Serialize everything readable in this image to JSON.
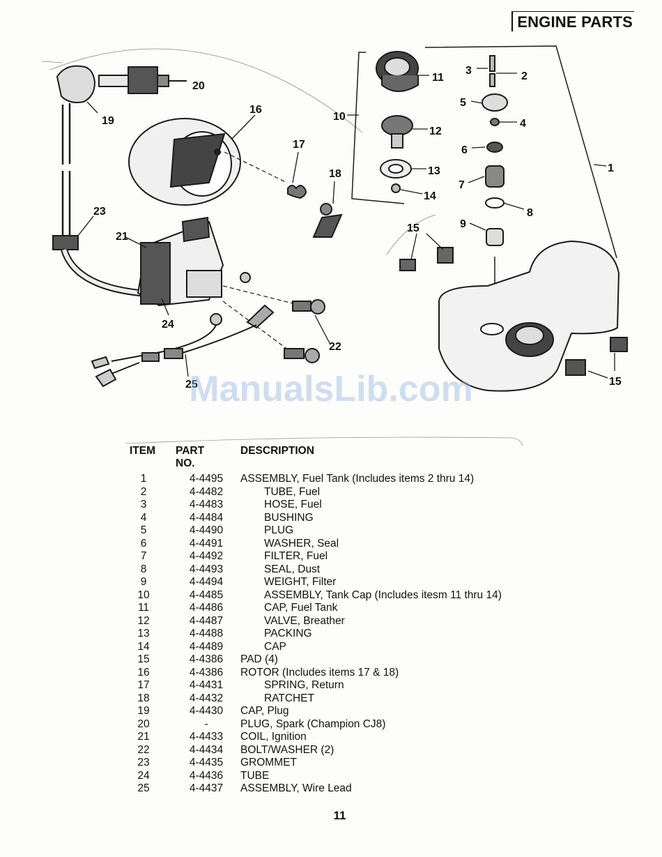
{
  "header": {
    "title": "ENGINE PARTS"
  },
  "watermark": "ManualsLib.com",
  "diagram": {
    "callouts": [
      {
        "n": "1"
      },
      {
        "n": "2"
      },
      {
        "n": "3"
      },
      {
        "n": "4"
      },
      {
        "n": "5"
      },
      {
        "n": "6"
      },
      {
        "n": "7"
      },
      {
        "n": "8"
      },
      {
        "n": "9"
      },
      {
        "n": "10"
      },
      {
        "n": "11"
      },
      {
        "n": "12"
      },
      {
        "n": "13"
      },
      {
        "n": "14"
      },
      {
        "n": "15"
      },
      {
        "n": "15"
      },
      {
        "n": "16"
      },
      {
        "n": "17"
      },
      {
        "n": "18"
      },
      {
        "n": "19"
      },
      {
        "n": "20"
      },
      {
        "n": "21"
      },
      {
        "n": "22"
      },
      {
        "n": "23"
      },
      {
        "n": "24"
      },
      {
        "n": "25"
      }
    ]
  },
  "table": {
    "headers": {
      "item": "ITEM",
      "part": "PART NO.",
      "desc": "DESCRIPTION"
    },
    "rows": [
      {
        "item": "1",
        "part": "4-4495",
        "desc": "ASSEMBLY, Fuel Tank (Includes items 2 thru 14)",
        "indent": false
      },
      {
        "item": "2",
        "part": "4-4482",
        "desc": "TUBE, Fuel",
        "indent": true
      },
      {
        "item": "3",
        "part": "4-4483",
        "desc": "HOSE, Fuel",
        "indent": true
      },
      {
        "item": "4",
        "part": "4-4484",
        "desc": "BUSHING",
        "indent": true
      },
      {
        "item": "5",
        "part": "4-4490",
        "desc": "PLUG",
        "indent": true
      },
      {
        "item": "6",
        "part": "4-4491",
        "desc": "WASHER, Seal",
        "indent": true
      },
      {
        "item": "7",
        "part": "4-4492",
        "desc": "FILTER, Fuel",
        "indent": true
      },
      {
        "item": "8",
        "part": "4-4493",
        "desc": "SEAL, Dust",
        "indent": true
      },
      {
        "item": "9",
        "part": "4-4494",
        "desc": "WEIGHT, Filter",
        "indent": true
      },
      {
        "item": "10",
        "part": "4-4485",
        "desc": "ASSEMBLY, Tank Cap (Includes itesm 11 thru 14)",
        "indent": true
      },
      {
        "item": "11",
        "part": "4-4486",
        "desc": "CAP, Fuel Tank",
        "indent": true
      },
      {
        "item": "12",
        "part": "4-4487",
        "desc": "VALVE, Breather",
        "indent": true
      },
      {
        "item": "13",
        "part": "4-4488",
        "desc": "PACKING",
        "indent": true
      },
      {
        "item": "14",
        "part": "4-4489",
        "desc": "CAP",
        "indent": true
      },
      {
        "item": "15",
        "part": "4-4386",
        "desc": "PAD (4)",
        "indent": false
      },
      {
        "item": "16",
        "part": "4-4386",
        "desc": "ROTOR (Includes items 17 & 18)",
        "indent": false
      },
      {
        "item": "17",
        "part": "4-4431",
        "desc": "SPRING, Return",
        "indent": true
      },
      {
        "item": "18",
        "part": "4-4432",
        "desc": "RATCHET",
        "indent": true
      },
      {
        "item": "19",
        "part": "4-4430",
        "desc": "CAP, Plug",
        "indent": false
      },
      {
        "item": "20",
        "part": "-",
        "desc": "PLUG, Spark (Champion CJ8)",
        "indent": false
      },
      {
        "item": "21",
        "part": "4-4433",
        "desc": "COIL, Ignition",
        "indent": false
      },
      {
        "item": "22",
        "part": "4-4434",
        "desc": "BOLT/WASHER (2)",
        "indent": false
      },
      {
        "item": "23",
        "part": "4-4435",
        "desc": "GROMMET",
        "indent": false
      },
      {
        "item": "24",
        "part": "4-4436",
        "desc": "TUBE",
        "indent": false
      },
      {
        "item": "25",
        "part": "4-4437",
        "desc": "ASSEMBLY, Wire Lead",
        "indent": false
      }
    ]
  },
  "footer": {
    "page_number": "11"
  }
}
